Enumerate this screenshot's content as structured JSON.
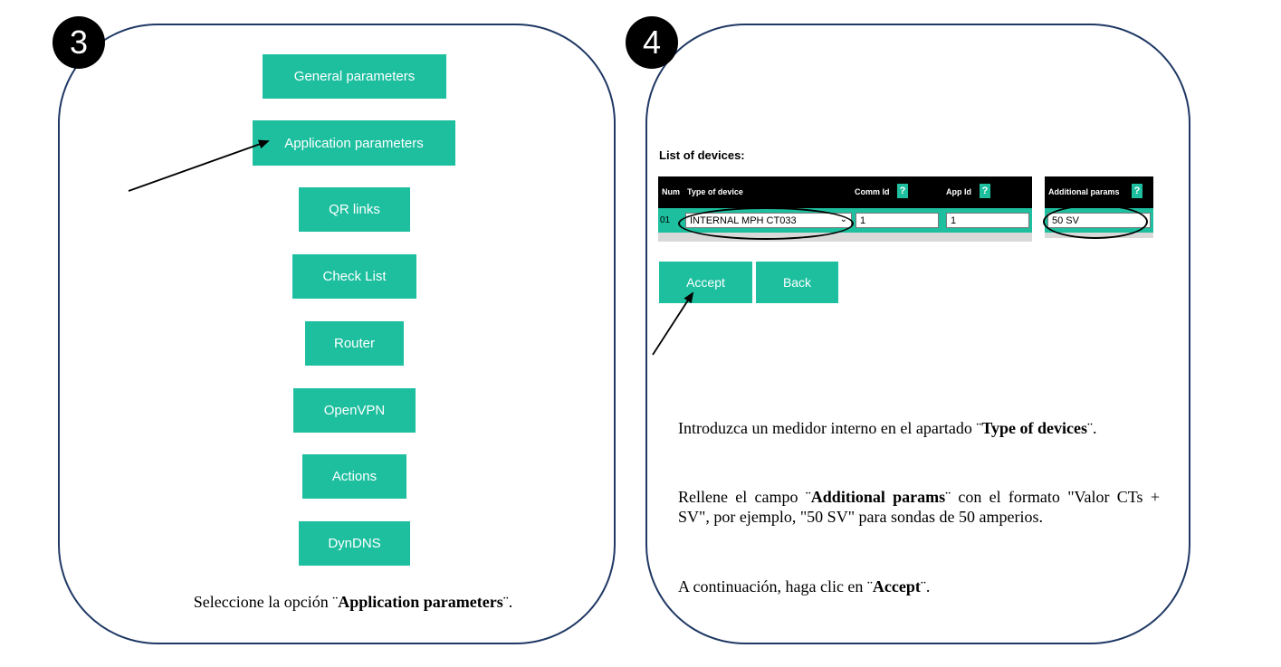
{
  "panel3": {
    "badge": "3",
    "menu": [
      {
        "label": "General parameters"
      },
      {
        "label": "Application parameters"
      },
      {
        "label": "QR links"
      },
      {
        "label": "Check List"
      },
      {
        "label": "Router"
      },
      {
        "label": "OpenVPN"
      },
      {
        "label": "Actions"
      },
      {
        "label": "DynDNS"
      }
    ],
    "caption_prefix": "Seleccione la opción ¨",
    "caption_bold": "Application parameters",
    "caption_suffix": "¨."
  },
  "panel4": {
    "badge": "4",
    "list_title": "List of devices:",
    "columns": {
      "num": "Num",
      "type": "Type of device",
      "comm": "Comm Id",
      "app": "App Id",
      "additional": "Additional params"
    },
    "help_glyph": "?",
    "row": {
      "num": "01",
      "type": "INTERNAL MPH CT033",
      "comm": "1",
      "app": "1",
      "additional": "50 SV"
    },
    "accept_label": "Accept",
    "back_label": "Back",
    "p1_prefix": "Introduzca un medidor interno en el apartado ¨",
    "p1_bold": "Type of devices",
    "p1_suffix": "¨.",
    "p2_prefix": "Rellene el campo ¨",
    "p2_bold": "Additional params",
    "p2_suffix": "¨ con el formato \"Valor CTs + SV\", por ejemplo, \"50 SV\" para sondas de 50 amperios.",
    "p3_prefix": "A continuación, haga clic en ¨",
    "p3_bold": "Accept",
    "p3_suffix": "¨."
  },
  "colors": {
    "teal": "#1dbf9f",
    "border": "#1f3864",
    "badge": "#000000"
  }
}
